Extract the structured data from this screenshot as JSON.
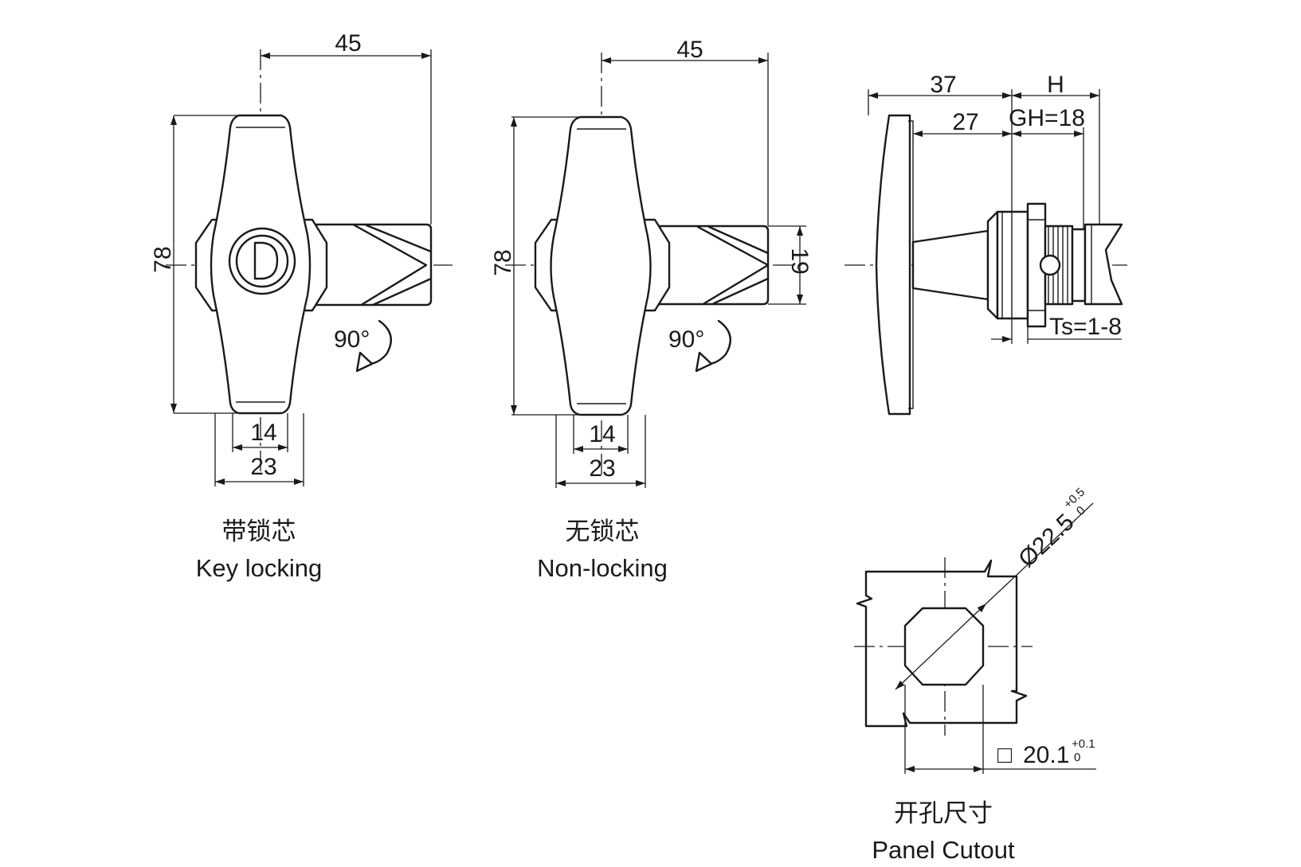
{
  "views": {
    "key_locking": {
      "dim_width": "45",
      "dim_height": "78",
      "dim_inner": "14",
      "dim_outer": "23",
      "rotation": "90°",
      "caption_zh": "带锁芯",
      "caption_en": "Key locking"
    },
    "non_locking": {
      "dim_width": "45",
      "dim_height": "78",
      "dim_cam": "19",
      "dim_inner": "14",
      "dim_outer": "23",
      "rotation": "90°",
      "caption_zh": "无锁芯",
      "caption_en": "Non-locking"
    },
    "side": {
      "dim_total": "37",
      "dim_body": "27",
      "dim_h": "H",
      "dim_gh": "GH=18",
      "dim_ts": "Ts=1-8"
    },
    "cutout": {
      "dia_base": "Ø22.5",
      "dia_upper": "+0.5",
      "dia_lower": "0",
      "sq_symbol": "□",
      "sq_base": "20.1",
      "sq_upper": "+0.1",
      "sq_lower": "0",
      "caption_zh": "开孔尺寸",
      "caption_en": "Panel Cutout"
    }
  }
}
